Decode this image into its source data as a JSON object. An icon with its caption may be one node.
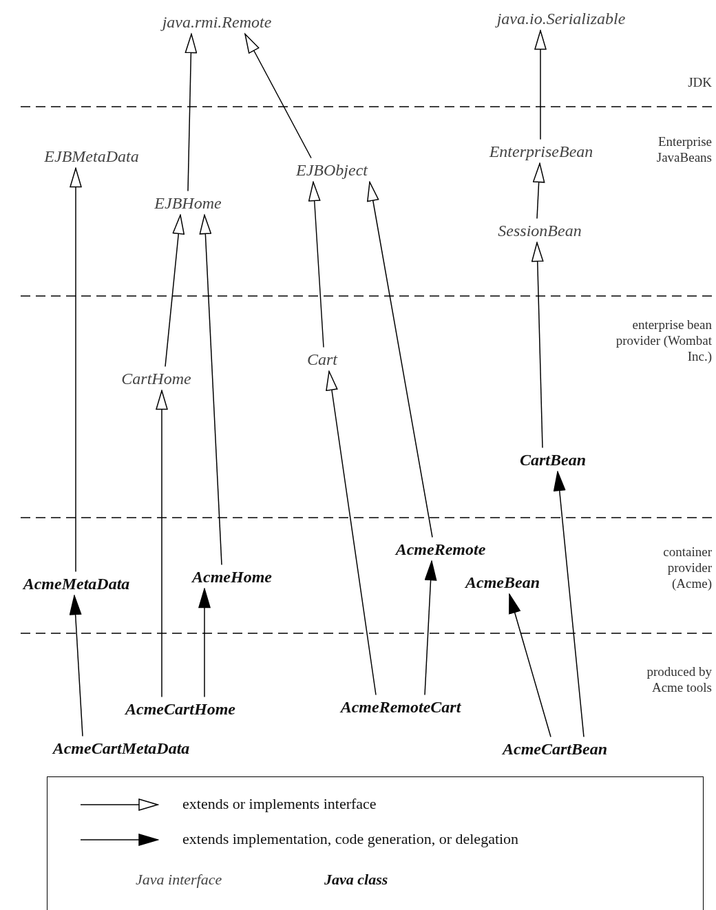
{
  "diagram": {
    "nodes": [
      {
        "text": [
          "java.rmi.Remote"
        ]
      },
      {
        "text": [
          "java.io.Serializable"
        ]
      },
      {
        "text": [
          "EJBMetaData"
        ]
      },
      {
        "text": [
          "EJBHome"
        ]
      },
      {
        "text": [
          "EJBObject"
        ]
      },
      {
        "text": [
          "EnterpriseBean"
        ]
      },
      {
        "text": [
          "SessionBean"
        ]
      },
      {
        "text": [
          "CartHome"
        ]
      },
      {
        "text": [
          "Cart"
        ]
      },
      {
        "text": [
          "CartBean"
        ]
      },
      {
        "text": [
          "AcmeRemote"
        ]
      },
      {
        "text": [
          "AcmeMetaData"
        ]
      },
      {
        "text": [
          "AcmeHome"
        ]
      },
      {
        "text": [
          "AcmeBean"
        ]
      },
      {
        "text": [
          "AcmeCartHome"
        ]
      },
      {
        "text": [
          "AcmeRemoteCart"
        ]
      },
      {
        "text": [
          "AcmeCartMetaData"
        ]
      },
      {
        "text": [
          "AcmeCartBean"
        ]
      }
    ],
    "edges": [
      {
        "from": 3,
        "to": 0,
        "arrow": "to"
      },
      {
        "from": 4,
        "to": 0,
        "arrow": "to"
      },
      {
        "from": 5,
        "to": 1,
        "arrow": "to"
      },
      {
        "from": 6,
        "to": 5,
        "arrow": "to"
      },
      {
        "from": 7,
        "to": 3,
        "arrow": "to"
      },
      {
        "from": 12,
        "to": 3,
        "arrow": "to"
      },
      {
        "from": 11,
        "to": 2,
        "arrow": "to"
      },
      {
        "from": 8,
        "to": 4,
        "arrow": "to"
      },
      {
        "from": 10,
        "to": 4,
        "arrow": "to"
      },
      {
        "from": 9,
        "to": 6,
        "arrow": "to"
      },
      {
        "from": 14,
        "to": 7,
        "arrow": "to"
      },
      {
        "from": 14,
        "to": 12,
        "arrow": "to"
      },
      {
        "from": 15,
        "to": 8,
        "arrow": "to"
      },
      {
        "from": 15,
        "to": 10,
        "arrow": "to"
      },
      {
        "from": 16,
        "to": 11,
        "arrow": "to"
      },
      {
        "from": 17,
        "to": 13,
        "arrow": "to"
      },
      {
        "from": 17,
        "to": 9,
        "arrow": "to"
      }
    ],
    "labels": [
      "JDK",
      "Enterprise JavaBeans",
      "enterprise bean provider (Wombat Inc.)",
      "container provider (Acme)",
      "produced by Acme tools"
    ],
    "legend": [
      {
        "text": "extends or implements interface"
      },
      {
        "text": "extends implementation, code generation, or delegation"
      },
      {
        "text": "Java interface"
      },
      {
        "text": "Java class"
      }
    ]
  }
}
